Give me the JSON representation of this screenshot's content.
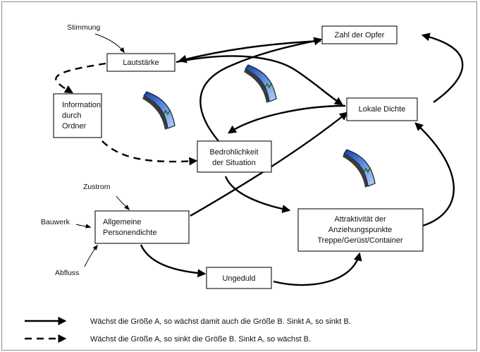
{
  "nodes": {
    "lautstaerke": "Lautstärke",
    "zahl_opfer": "Zahl der Opfer",
    "information": [
      "Information",
      "durch",
      "Ordner"
    ],
    "lokale_dichte": "Lokale Dichte",
    "bedrohlichkeit": [
      "Bedrohlichkeit",
      "der Situation"
    ],
    "personendichte": [
      "Allgemeine",
      "Personendichte"
    ],
    "attraktivitaet": [
      "Attraktivität der",
      "Anziehungspunkte",
      "Treppe/Gerüst/Container"
    ],
    "ungeduld": "Ungeduld"
  },
  "external": {
    "stimmung": "Stimmung",
    "zustrom": "Zustrom",
    "bauwerk": "Bauwerk",
    "abfluss": "Abfluss"
  },
  "legend": {
    "solid": "Wächst die Größe A, so wächst damit auch die Größe B. Sinkt A, so sinkt B.",
    "dashed": "Wächst die Größe A, so sinkt die Größe B. Sinkt A, so wächst B."
  },
  "icons": [
    "wave-icon",
    "wave-icon",
    "wave-icon"
  ]
}
